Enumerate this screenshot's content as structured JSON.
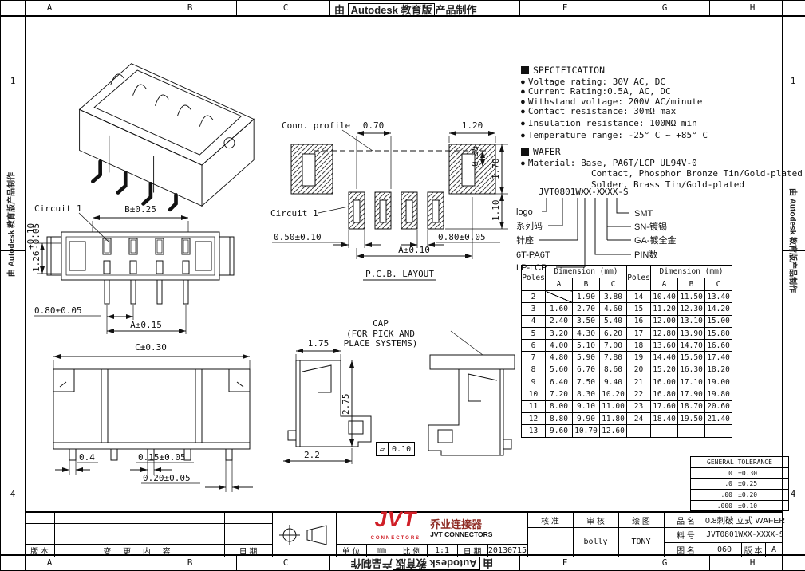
{
  "watermark": {
    "prefix": "由",
    "boxed": "Autodesk 教育版",
    "suffix": "产品制作",
    "full": "由 Autodesk 教育版产品制作"
  },
  "grid": {
    "top": [
      "A",
      "B",
      "C",
      "F",
      "G",
      "H"
    ],
    "bottom": [
      "A",
      "B",
      "C",
      "F",
      "G",
      "H"
    ],
    "left": [
      "1",
      "4"
    ],
    "right": [
      "1",
      "4"
    ]
  },
  "spec": {
    "title": "SPECIFICATION",
    "items": [
      "Voltage rating: 30V AC, DC",
      "Current Rating:0.5A, AC, DC",
      "Withstand voltage: 200V AC/minute",
      "Contact resistance: 30mΩ max",
      "Insulation resistance: 100MΩ min",
      "Temperature range: -25° C ~ +85° C"
    ],
    "wafer": "WAFER",
    "material_label": "Material:",
    "material": [
      "Base, PA6T/LCP UL94V-0",
      "Contact, Phosphor Bronze Tin/Gold-plated",
      "Solder, Brass Tin/Gold-plated"
    ]
  },
  "part_code": {
    "code": "JVT0801WXX-XXXX-S",
    "left": [
      "logo",
      "系列码",
      "针座",
      "6T-PA6T",
      "LP-LCP"
    ],
    "right": [
      "SMT",
      "SN-镀锡",
      "GA-镀全金",
      "PIN数"
    ]
  },
  "views": {
    "front": {
      "circuit": "Circuit 1",
      "dim_b": "B±0.25",
      "dim_h": "1.26",
      "tol_up": "+0.10",
      "tol_dn": "-0.05",
      "dim_pitch": "0.80±0.05",
      "dim_a": "A±0.15"
    },
    "pcb": {
      "conn_profile": "Conn. profile",
      "d070": "0.70",
      "d120": "1.20",
      "d035": "0.35",
      "d170": "1.70",
      "d110": "1.10",
      "circuit": "Circuit 1",
      "d050": "0.50±0.10",
      "d080": "0.80±0.05",
      "da": "A±0.10",
      "title": "P.C.B. LAYOUT"
    },
    "bottom": {
      "dim_c": "C±0.30",
      "d04": "0.4",
      "d015": "0.15±0.05",
      "d020": "0.20±0.05"
    },
    "side": {
      "w": "1.75",
      "h": "2.75",
      "b": "2.2"
    },
    "cap": {
      "l1": "CAP",
      "l2": "(FOR PICK AND",
      "l3": "PLACE SYSTEMS)"
    }
  },
  "flatness": {
    "symbol": "▱",
    "value": "0.10"
  },
  "dim_table": {
    "poles_label": "Poles",
    "dim_label": "Dimension (mm)",
    "a": "A",
    "b": "B",
    "c": "C",
    "rows": [
      [
        "2",
        "",
        "1.90",
        "3.80",
        "14",
        "10.40",
        "11.50",
        "13.40"
      ],
      [
        "3",
        "1.60",
        "2.70",
        "4.60",
        "15",
        "11.20",
        "12.30",
        "14.20"
      ],
      [
        "4",
        "2.40",
        "3.50",
        "5.40",
        "16",
        "12.00",
        "13.10",
        "15.00"
      ],
      [
        "5",
        "3.20",
        "4.30",
        "6.20",
        "17",
        "12.80",
        "13.90",
        "15.80"
      ],
      [
        "6",
        "4.00",
        "5.10",
        "7.00",
        "18",
        "13.60",
        "14.70",
        "16.60"
      ],
      [
        "7",
        "4.80",
        "5.90",
        "7.80",
        "19",
        "14.40",
        "15.50",
        "17.40"
      ],
      [
        "8",
        "5.60",
        "6.70",
        "8.60",
        "20",
        "15.20",
        "16.30",
        "18.20"
      ],
      [
        "9",
        "6.40",
        "7.50",
        "9.40",
        "21",
        "16.00",
        "17.10",
        "19.00"
      ],
      [
        "10",
        "7.20",
        "8.30",
        "10.20",
        "22",
        "16.80",
        "17.90",
        "19.80"
      ],
      [
        "11",
        "8.00",
        "9.10",
        "11.00",
        "23",
        "17.60",
        "18.70",
        "20.60"
      ],
      [
        "12",
        "8.80",
        "9.90",
        "11.80",
        "24",
        "18.40",
        "19.50",
        "21.40"
      ],
      [
        "13",
        "9.60",
        "10.70",
        "12.60",
        " ",
        " ",
        " ",
        " "
      ]
    ]
  },
  "tolerance": {
    "title": "GENERAL TOLERANCE",
    "rows": [
      [
        "0",
        "±0.30"
      ],
      [
        ".0",
        "±0.25"
      ],
      [
        ".00",
        "±0.20"
      ],
      [
        ".000",
        "±0.10"
      ]
    ]
  },
  "title_block": {
    "rev": "版 本",
    "change": "变 更 内 容",
    "date_l": "日 期",
    "unit_l": "单 位",
    "unit": "mm",
    "scale_l": "比 例",
    "scale": "1:1",
    "date_label": "日 期",
    "date": "20130715",
    "approve": "核 准",
    "review": "审 核",
    "draft": "绘 图",
    "reviewer": "bolly",
    "drafter": "TONY",
    "product_l": "品 名",
    "product": "0.8刺破 立式 WAFER",
    "pn_l": "料 号",
    "pn": "JVT0801WXX-XXXX-S",
    "dwg_l": "图 名",
    "dwg": "060",
    "ver_l": "版 本",
    "ver": "A",
    "logo": "JVT",
    "logo_sub": "CONNECTORS",
    "company_cn": "乔业连接器",
    "company_en": "JVT CONNECTORS"
  },
  "colors": {
    "line": "#111111",
    "logo_red": "#d01f27",
    "company_red": "#8d2a22"
  }
}
